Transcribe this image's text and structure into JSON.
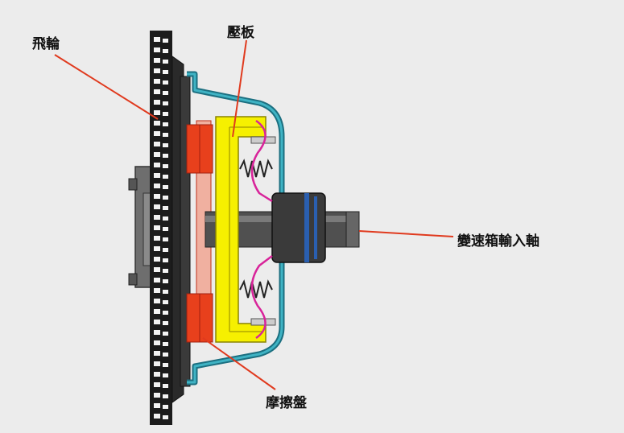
{
  "labels": {
    "flywheel": "飛輪",
    "pressure_plate": "壓板",
    "input_shaft": "變速箱輸入軸",
    "friction_disc": "摩擦盤"
  },
  "colors": {
    "background": "#ececec",
    "flywheel": "#1c1c1c",
    "flywheel_tooth": "#f4f4f4",
    "hub": "#6e6e6e",
    "friction_material": "#e8401c",
    "pressure_plate": "#f6f000",
    "cover": "#2a8fa0",
    "spring": "#d8249a",
    "shaft": "#505050",
    "leader_line": "#e03a1e"
  }
}
